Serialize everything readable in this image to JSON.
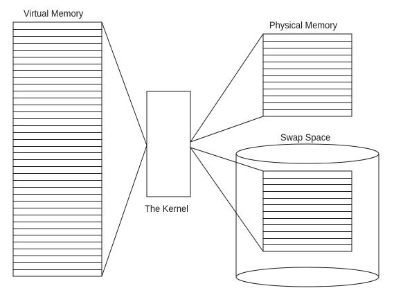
{
  "labels": {
    "virtual_memory": "Virtual Memory",
    "physical_memory": "Physical Memory",
    "swap_space": "Swap Space",
    "kernel": "The Kernel"
  },
  "colors": {
    "stroke": "#1a1a1a",
    "background": "#ffffff"
  }
}
